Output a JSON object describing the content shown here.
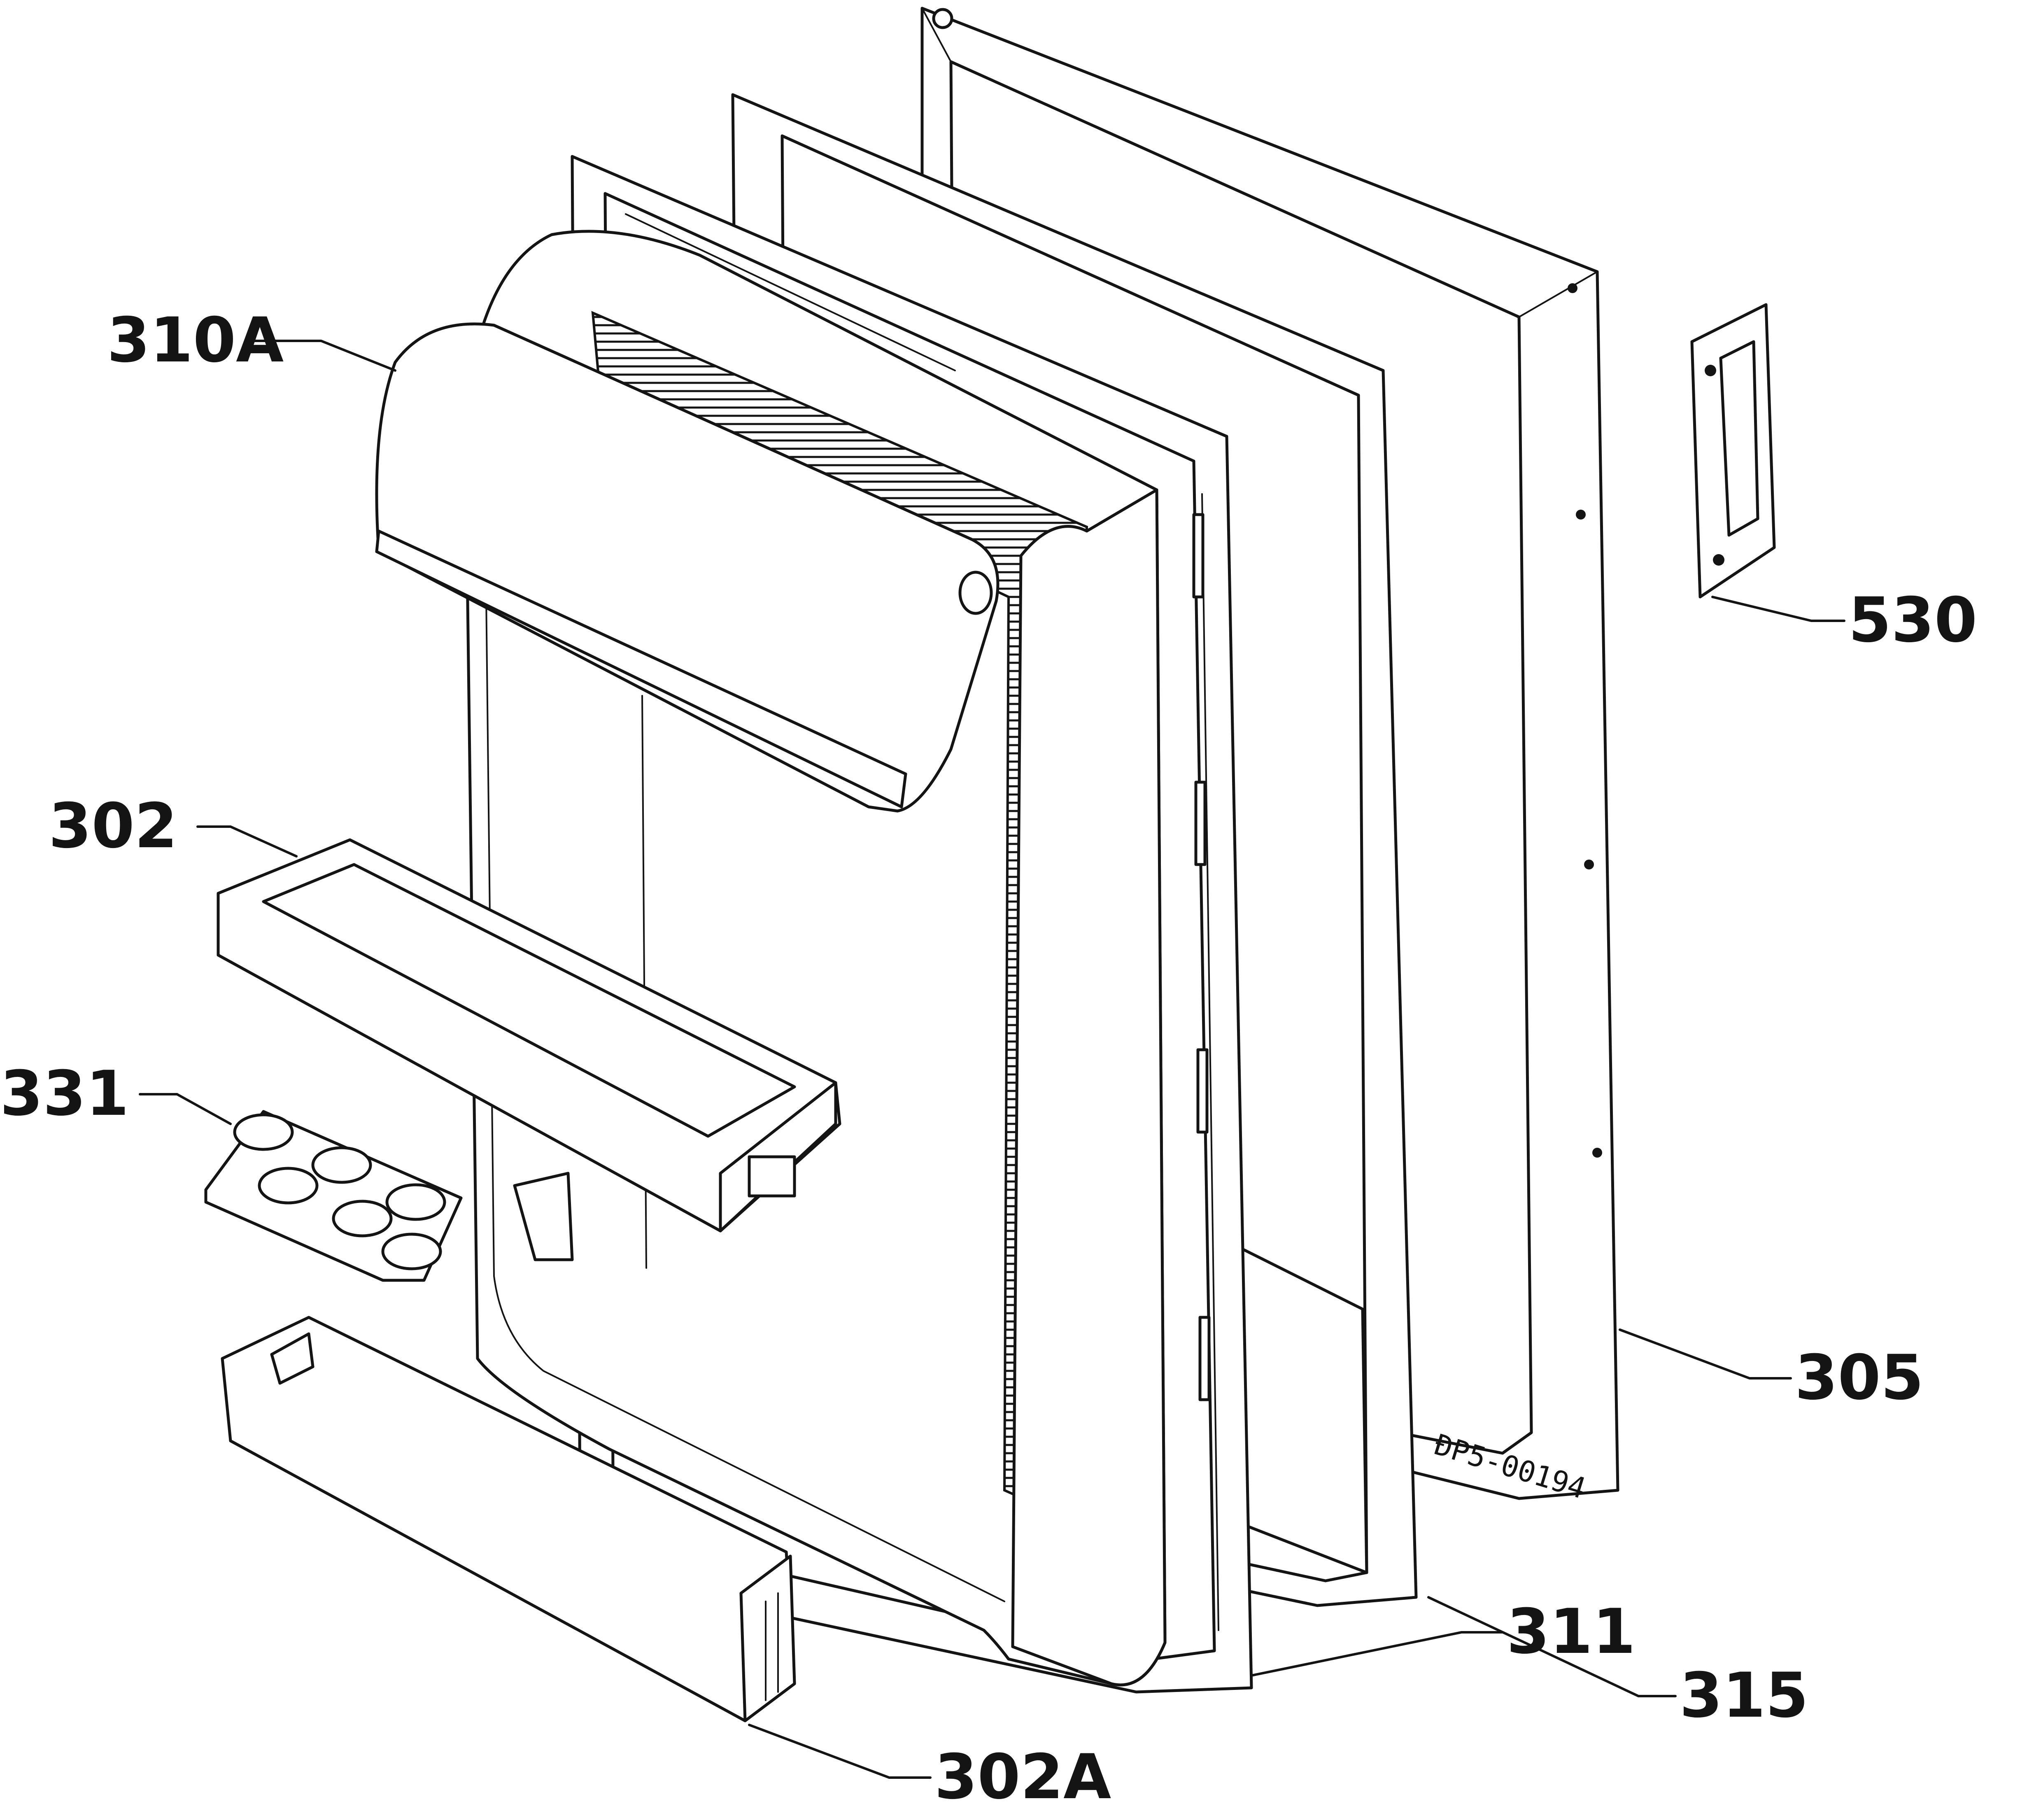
{
  "diagram": {
    "callouts": {
      "c310a": "310A",
      "c302": "302",
      "c331": "331",
      "c302a": "302A",
      "c311": "311",
      "c315": "315",
      "c305": "305",
      "c530": "530"
    },
    "drawing_code": "ĐP5-00194"
  }
}
